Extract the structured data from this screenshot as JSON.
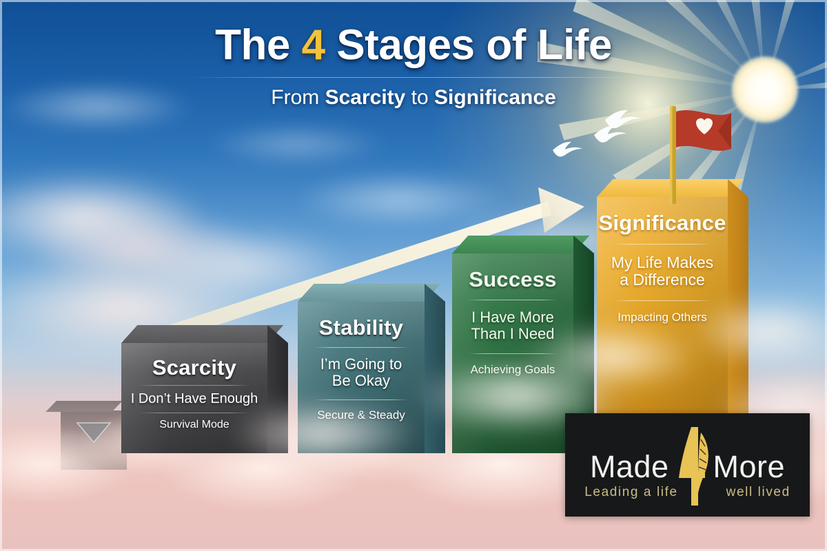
{
  "header": {
    "title_part1": "The ",
    "title_number": "4",
    "title_part2": " Stages of Life",
    "subtitle_pre": "From ",
    "subtitle_b1": "Scarcity",
    "subtitle_mid": " to ",
    "subtitle_b2": "Significance"
  },
  "stages": [
    {
      "id": "scarcity",
      "title": "Scarcity",
      "statement": "I Don’t Have Enough",
      "caption": "Survival Mode",
      "color": "#4a4a4c",
      "color_side": "#303033",
      "color_top": "#5a5a5d"
    },
    {
      "id": "stability",
      "title": "Stability",
      "statement": "I’m Going to\nBe Okay",
      "caption": "Secure & Steady",
      "color": "#417379",
      "color_side": "#2b5159",
      "color_top": "#6e9ba0"
    },
    {
      "id": "success",
      "title": "Success",
      "statement": "I Have More\nThan I Need",
      "caption": "Achieving Goals",
      "color": "#2b7040",
      "color_side": "#1c4f2c",
      "color_top": "#3d8a52"
    },
    {
      "id": "significance",
      "title": "Significance",
      "statement": "My Life Makes\na Difference",
      "caption": "Impacting Others",
      "color": "#e8a723",
      "color_side": "#c8871a",
      "color_top": "#f4c04a"
    }
  ],
  "logo": {
    "word_made": "Made",
    "word_more": "More",
    "tagline_left": "Leading a life",
    "tagline_right": "well lived",
    "gold": "#e8c355",
    "background": "#17181a"
  },
  "decor": {
    "sun": "sun-icon",
    "flag": "heart-flag-icon",
    "birds": "birds-icon",
    "arrow": "upward-arrow-icon",
    "down_triangle": "down-triangle-icon",
    "flag_color": "#b53a28",
    "flag_pole_color": "#c9a227",
    "arrow_color": "#f3ecd8"
  }
}
